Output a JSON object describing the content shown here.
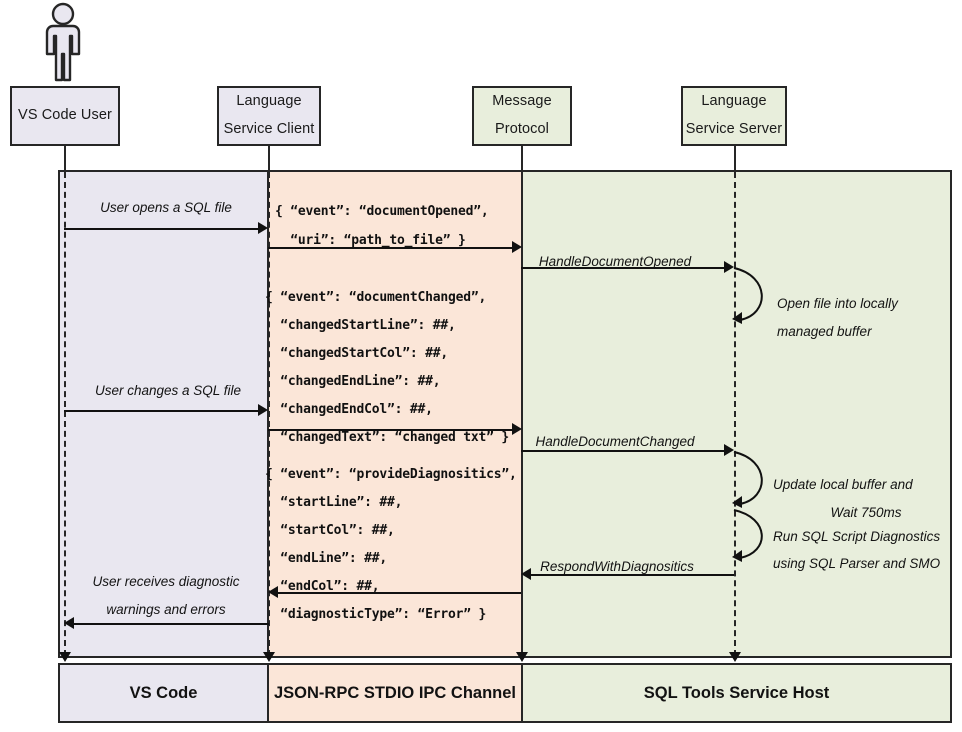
{
  "diagram": {
    "title": "SQL Tools Service language protocol sequence",
    "colors": {
      "vscode_band": "#e9e7f0",
      "ipc_band": "#fbe6d8",
      "service_band": "#e8eedc",
      "stroke": "#262626"
    }
  },
  "actor": {
    "name": "vs-code-user-actor"
  },
  "participants": [
    {
      "id": "vs-code-user",
      "line1": "VS Code User",
      "line2": ""
    },
    {
      "id": "language-service-client",
      "line1": "Language",
      "line2": "Service Client"
    },
    {
      "id": "message-protocol",
      "line1": "Message",
      "line2": "Protocol"
    },
    {
      "id": "language-service-server",
      "line1": "Language",
      "line2": "Service Server"
    }
  ],
  "messages": [
    {
      "id": "user-opens-file",
      "label": "User opens a SQL file"
    },
    {
      "id": "user-changes-file",
      "label": "User changes a SQL file"
    },
    {
      "id": "handle-document-opened",
      "label": "HandleDocumentOpened"
    },
    {
      "id": "handle-document-changed",
      "label": "HandleDocumentChanged"
    },
    {
      "id": "respond-with-diagnosics",
      "label": "RespondWithDiagnositics"
    }
  ],
  "user_receives": {
    "line1": "User receives diagnostic",
    "line2": "warnings and errors"
  },
  "payloads": {
    "document_opened": [
      "{ “event”: “documentOpened”,",
      "  “uri”: “path_to_file” }"
    ],
    "document_changed": [
      "{ “event”: “documentChanged”,",
      "  “changedStartLine”: ##,",
      "  “changedStartCol”: ##,",
      "  “changedEndLine”: ##,",
      "  “changedEndCol”: ##,",
      "  “changedText”: “changed txt” }"
    ],
    "provide_diagnostics": [
      "{ “event”: “provideDiagnositics”,",
      "  “startLine”: ##,",
      "  “startCol”: ##,",
      "  “endLine”: ##,",
      "  “endCol”: ##,",
      "  “diagnosticType”: “Error” }"
    ]
  },
  "self_notes": [
    {
      "id": "open-file-note",
      "line1": "Open file into locally",
      "line2": "managed buffer"
    },
    {
      "id": "update-buffer-note",
      "line1": "Update local buffer and",
      "line2": "Wait 750ms"
    },
    {
      "id": "run-diagnostics-note",
      "line1": "Run SQL Script Diagnostics",
      "line2": "using SQL Parser and SMO"
    }
  ],
  "footer": [
    {
      "id": "vs-code",
      "label": "VS Code"
    },
    {
      "id": "json-rpc-stdio",
      "label": "JSON-RPC STDIO IPC Channel"
    },
    {
      "id": "sql-tools-host",
      "label": "SQL Tools Service Host"
    }
  ]
}
